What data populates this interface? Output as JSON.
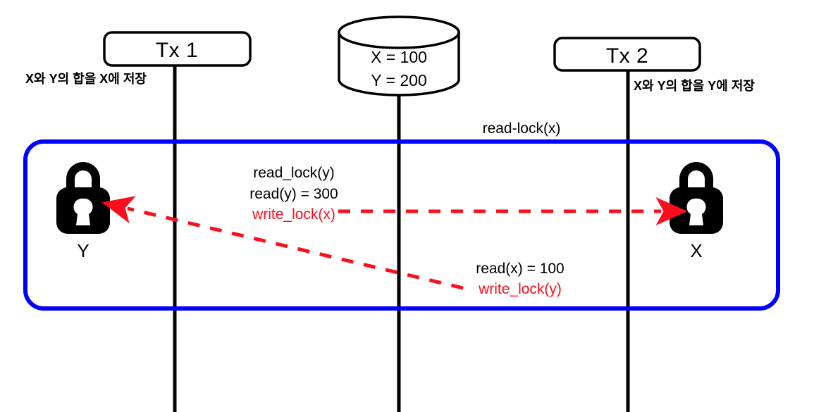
{
  "diagram": {
    "title": "Two-phase locking deadlock sequence diagram",
    "colors": {
      "lock_box_border": "#0000ff",
      "arrow_red": "#fc0d1b",
      "line_black": "#000000",
      "background": "#ffffff"
    }
  },
  "participants": [
    {
      "id": "tx1",
      "label": "Tx 1",
      "note": "X와 Y의 합을 X에 저장"
    },
    {
      "id": "db",
      "label": "database",
      "values": [
        "X = 100",
        "Y = 200"
      ]
    },
    {
      "id": "tx2",
      "label": "Tx 2",
      "note": "X와 Y의 합을 Y에 저장"
    }
  ],
  "deadlock_box": {
    "label": "read-lock(x)",
    "locks": [
      {
        "id": "lock-y",
        "letter": "Y",
        "icon": "lock-icon"
      },
      {
        "id": "lock-x",
        "letter": "X",
        "icon": "lock-icon"
      }
    ]
  },
  "operations": {
    "upper": [
      {
        "text": "read_lock(y)",
        "color": "black"
      },
      {
        "text": "read(y) = 300",
        "color": "black"
      },
      {
        "text": "write_lock(x)",
        "color": "red"
      }
    ],
    "lower": [
      {
        "text": "read(x) = 100",
        "color": "black"
      },
      {
        "text": "write_lock(y)",
        "color": "red"
      }
    ]
  },
  "arrows": [
    {
      "id": "arrow-write-lock-x",
      "from": "tx1-ops",
      "to": "lock-x",
      "style": "dashed",
      "color": "#fc0d1b",
      "direction": "right"
    },
    {
      "id": "arrow-write-lock-y",
      "from": "tx2-ops",
      "to": "lock-y",
      "style": "dashed",
      "color": "#fc0d1b",
      "direction": "left-up"
    }
  ]
}
